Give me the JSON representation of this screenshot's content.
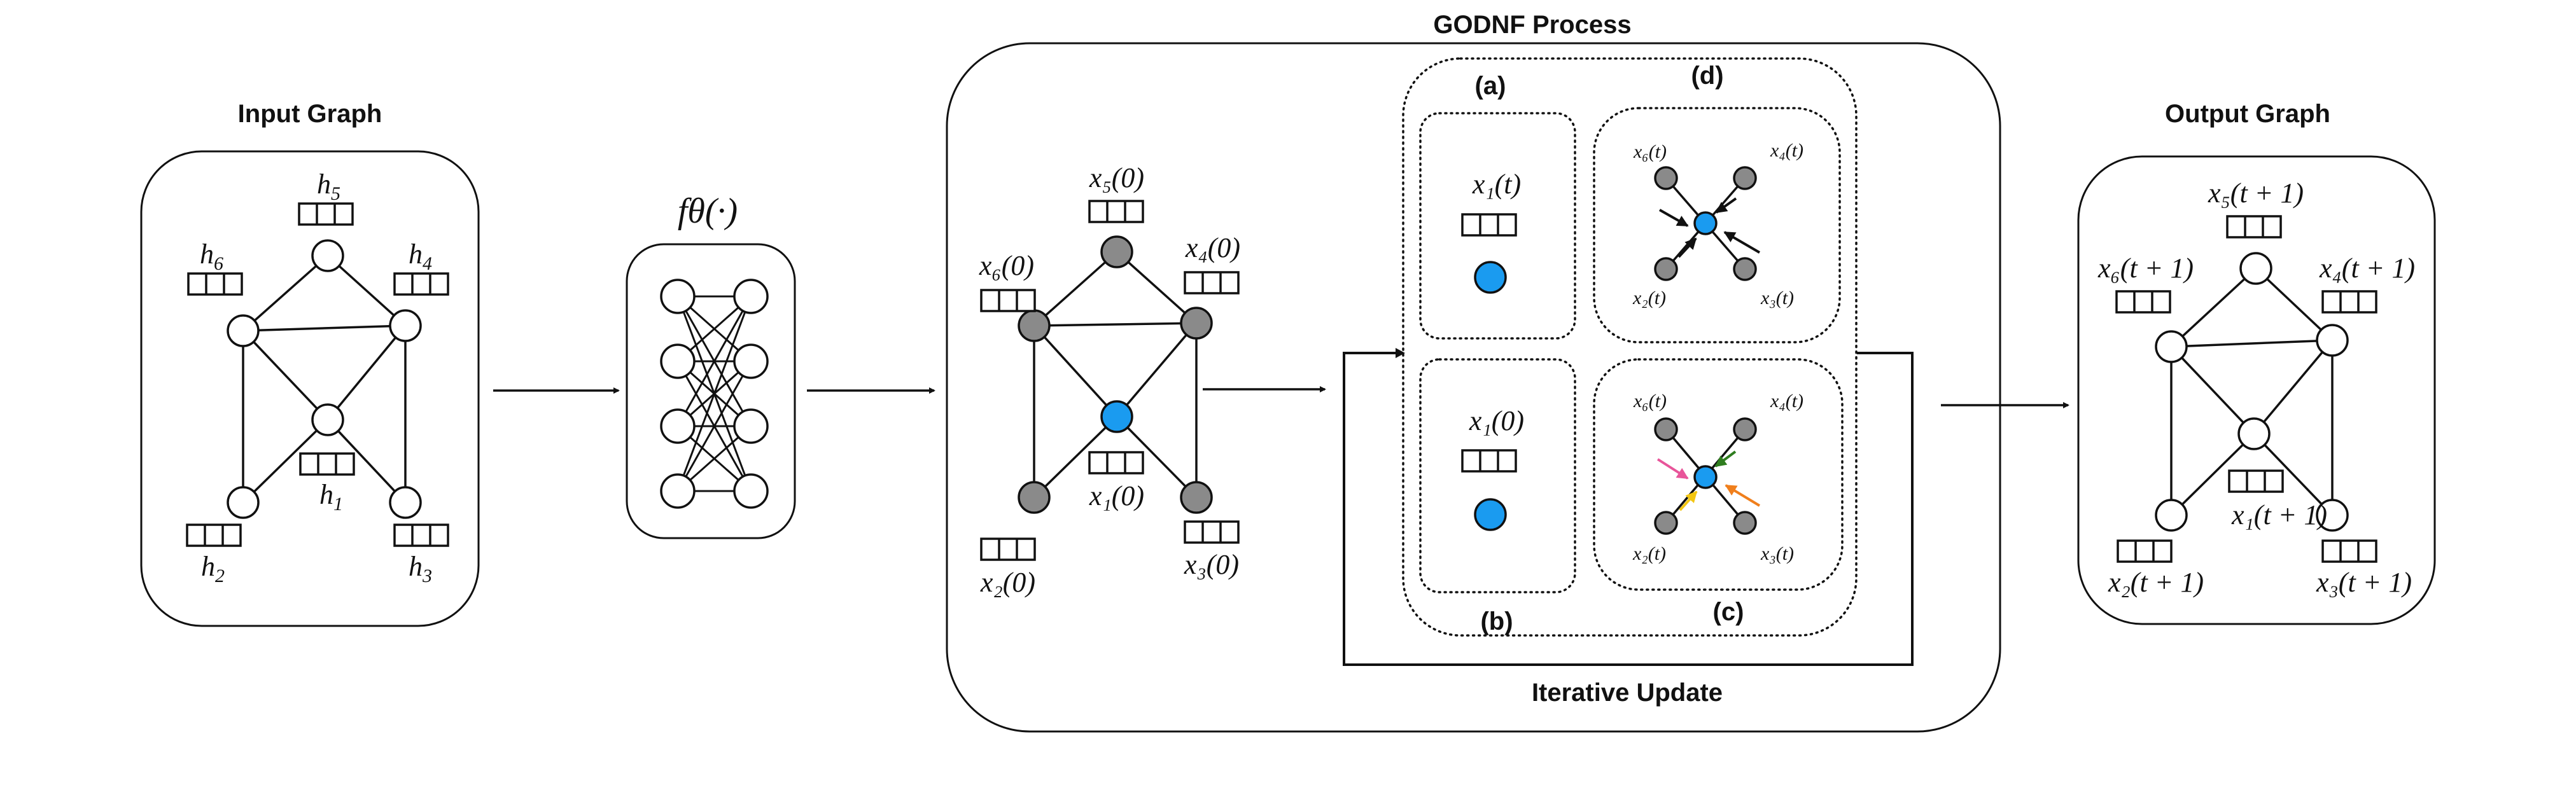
{
  "titles": {
    "input_graph": "Input Graph",
    "output_graph": "Output Graph",
    "godnf_process": "GODNF Process",
    "iterative_update": "Iterative Update"
  },
  "function_label": "fθ(·)",
  "input_graph_labels": {
    "h1": "h",
    "h1_sub": "1",
    "h2": "h",
    "h2_sub": "2",
    "h3": "h",
    "h3_sub": "3",
    "h4": "h",
    "h4_sub": "4",
    "h5": "h",
    "h5_sub": "5",
    "h6": "h",
    "h6_sub": "6"
  },
  "process_graph_labels": {
    "x1": "x₁(0)",
    "x2": "x₂(0)",
    "x3": "x₃(0)",
    "x4": "x₄(0)",
    "x5": "x₅(0)",
    "x6": "x₆(0)"
  },
  "subpanels": {
    "a": {
      "tag": "(a)",
      "label": "x₁(t)"
    },
    "b": {
      "tag": "(b)",
      "label": "x₁(0)"
    },
    "c": {
      "tag": "(c)",
      "labels": [
        "x₆(t)",
        "x₄(t)",
        "x₂(t)",
        "x₃(t)"
      ]
    },
    "d": {
      "tag": "(d)",
      "labels": [
        "x₆(t)",
        "x₄(t)",
        "x₂(t)",
        "x₃(t)"
      ]
    }
  },
  "output_graph_labels": {
    "x1": "x₁(t + 1)",
    "x2": "x₂(t + 1)",
    "x3": "x₃(t + 1)",
    "x4": "x₄(t + 1)",
    "x5": "x₅(t + 1)",
    "x6": "x₆(t + 1)"
  },
  "colors": {
    "target_node": "#1a9bf0",
    "neighbor_node": "#8a8a8a",
    "arrow_pink": "#e8559a",
    "arrow_green": "#2f7d1f",
    "arrow_yellow": "#f3c612",
    "arrow_orange": "#f07f1c",
    "arrow_black": "#111111"
  }
}
